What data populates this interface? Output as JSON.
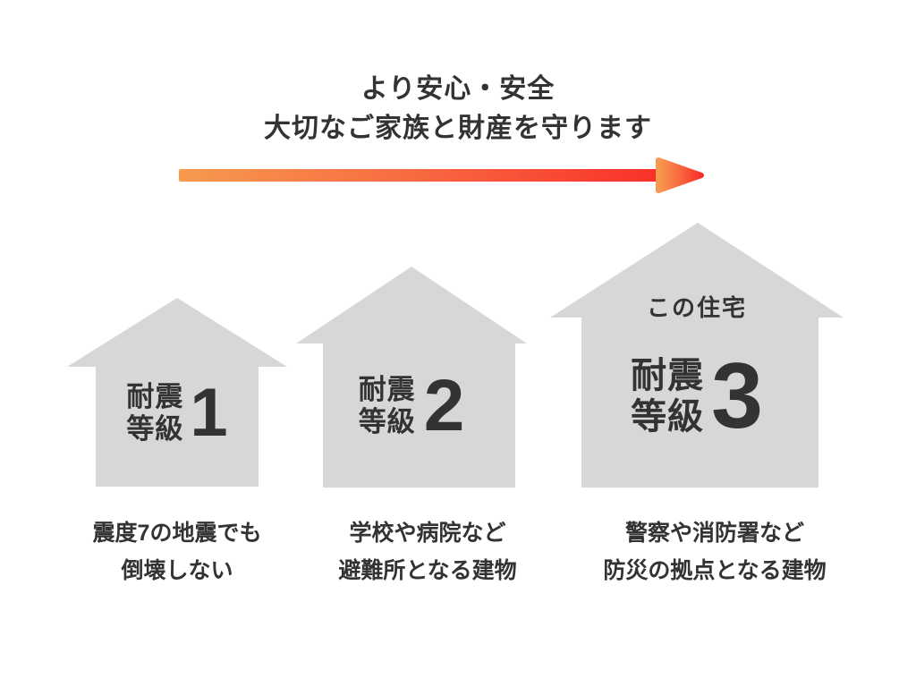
{
  "headline": {
    "line1": "より安心・安全",
    "line2": "大切なご家族と財産を守ります"
  },
  "arrow": {
    "name": "progress-arrow",
    "direction": "right",
    "gradient_start": "#f79a4e",
    "gradient_end": "#f92f28"
  },
  "colors": {
    "background": "#ffffff",
    "house_fill": "#d7d7d7",
    "text": "#333333"
  },
  "houses": [
    {
      "grade_line1": "耐震",
      "grade_line2": "等級",
      "number": "1",
      "badge": ""
    },
    {
      "grade_line1": "耐震",
      "grade_line2": "等級",
      "number": "2",
      "badge": ""
    },
    {
      "grade_line1": "耐震",
      "grade_line2": "等級",
      "number": "3",
      "badge": "この住宅"
    }
  ],
  "captions": [
    {
      "line1": "震度7の地震でも",
      "line2": "倒壊しない"
    },
    {
      "line1": "学校や病院など",
      "line2": "避難所となる建物"
    },
    {
      "line1": "警察や消防署など",
      "line2": "防災の拠点となる建物"
    }
  ]
}
